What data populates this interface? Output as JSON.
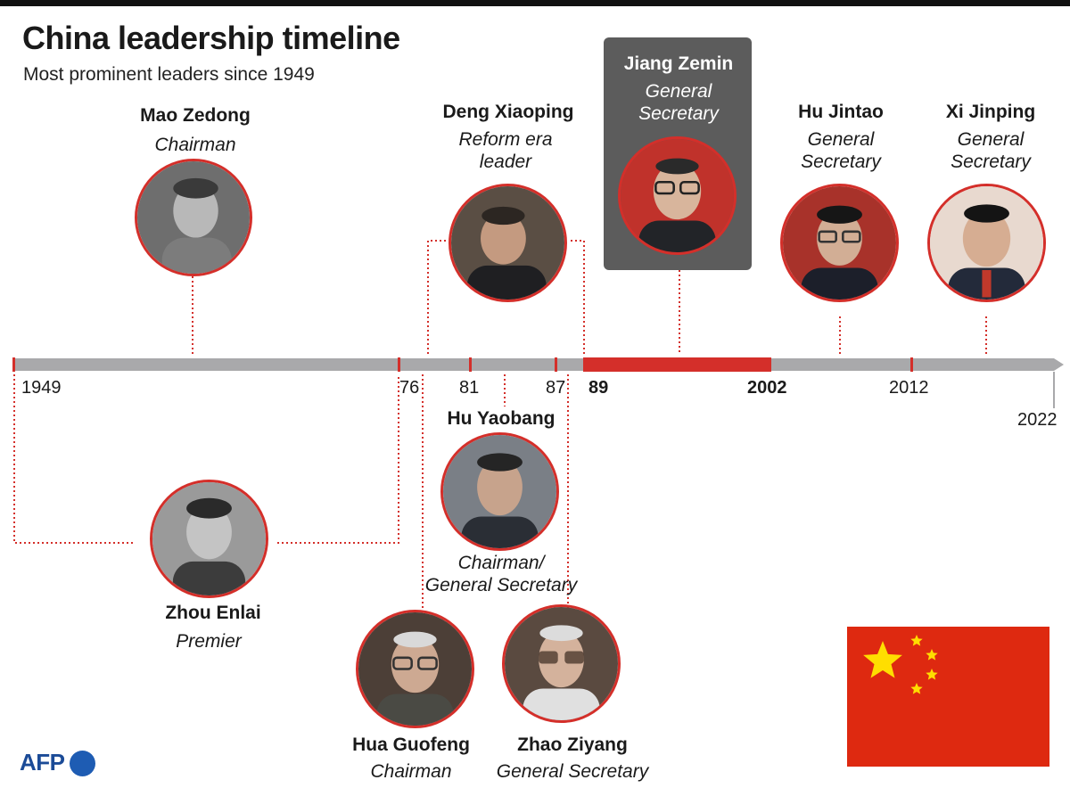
{
  "title": "China leadership timeline",
  "subtitle": "Most prominent leaders since 1949",
  "timeline": {
    "start_year": 1949,
    "end_year": 2022,
    "tick_labels": [
      {
        "text": "1949",
        "year": 1949,
        "bold": false
      },
      {
        "text": "76",
        "year": 1976,
        "bold": false
      },
      {
        "text": "81",
        "year": 1981,
        "bold": false
      },
      {
        "text": "87",
        "year": 1987,
        "bold": false
      },
      {
        "text": "89",
        "year": 1989,
        "bold": true
      },
      {
        "text": "2002",
        "year": 2002,
        "bold": true
      },
      {
        "text": "2012",
        "year": 2012,
        "bold": false
      },
      {
        "text": "2022",
        "year": 2022,
        "bold": false
      }
    ],
    "highlight_period": {
      "start": 1989,
      "end": 2002,
      "color": "#d42f2a"
    },
    "bar_color": "#a9a9ab"
  },
  "leaders": {
    "mao": {
      "name": "Mao Zedong",
      "role": "Chairman",
      "icon": "portrait-icon"
    },
    "deng": {
      "name": "Deng Xiaoping",
      "role_line1": "Reform era",
      "role_line2": "leader",
      "icon": "portrait-icon"
    },
    "jiang": {
      "name": "Jiang Zemin",
      "role_line1": "General",
      "role_line2": "Secretary",
      "icon": "portrait-icon",
      "highlighted": true
    },
    "hu_jintao": {
      "name": "Hu Jintao",
      "role_line1": "General",
      "role_line2": "Secretary",
      "icon": "portrait-icon"
    },
    "xi": {
      "name": "Xi Jinping",
      "role_line1": "General",
      "role_line2": "Secretary",
      "icon": "portrait-icon"
    },
    "zhou": {
      "name": "Zhou Enlai",
      "role": "Premier",
      "icon": "portrait-icon"
    },
    "hu_yaobang": {
      "name": "Hu Yaobang",
      "role_line1": "Chairman/",
      "role_line2": "General Secretary",
      "icon": "portrait-icon"
    },
    "hua": {
      "name": "Hua Guofeng",
      "role": "Chairman",
      "icon": "portrait-icon"
    },
    "zhao": {
      "name": "Zhao Ziyang",
      "role": "General Secretary",
      "icon": "portrait-icon"
    }
  },
  "flag": {
    "name": "china-flag-icon",
    "red": "#de2910",
    "yellow": "#ffde00"
  },
  "logo": {
    "text": "AFP"
  },
  "colors": {
    "accent": "#d42f2a",
    "highlight_box": "#5c5c5c"
  }
}
